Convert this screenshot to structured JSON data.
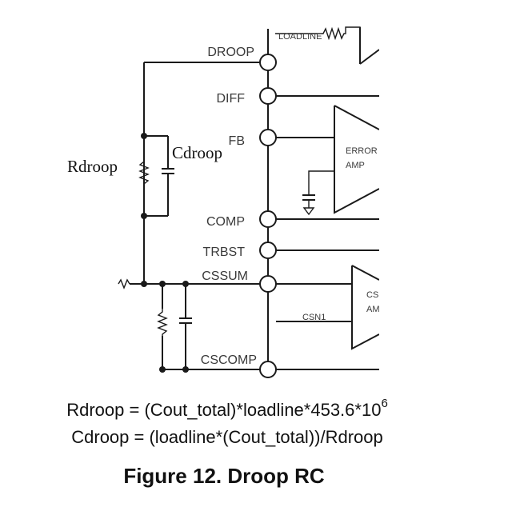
{
  "diagram": {
    "pins": {
      "droop": "DROOP",
      "diff": "DIFF",
      "fb": "FB",
      "comp": "COMP",
      "trbst": "TRBST",
      "cssum": "CSSUM",
      "cscomp": "CSCOMP"
    },
    "internal": {
      "loadline": "LOADLINE",
      "error_amp_line1": "ERROR",
      "error_amp_line2": "AMP",
      "csn1": "CSN1",
      "cs_amp_line1": "CS",
      "cs_amp_line2": "AMP"
    },
    "components": {
      "rdroop": "Rdroop",
      "cdroop": "Cdroop"
    }
  },
  "formulas": {
    "rdroop_main": "Rdroop = (Cout_total)*loadline*453.6*10",
    "rdroop_exponent": "6",
    "cdroop": "Cdroop = (loadline*(Cout_total))/Rdroop"
  },
  "caption": "Figure 12. Droop RC"
}
